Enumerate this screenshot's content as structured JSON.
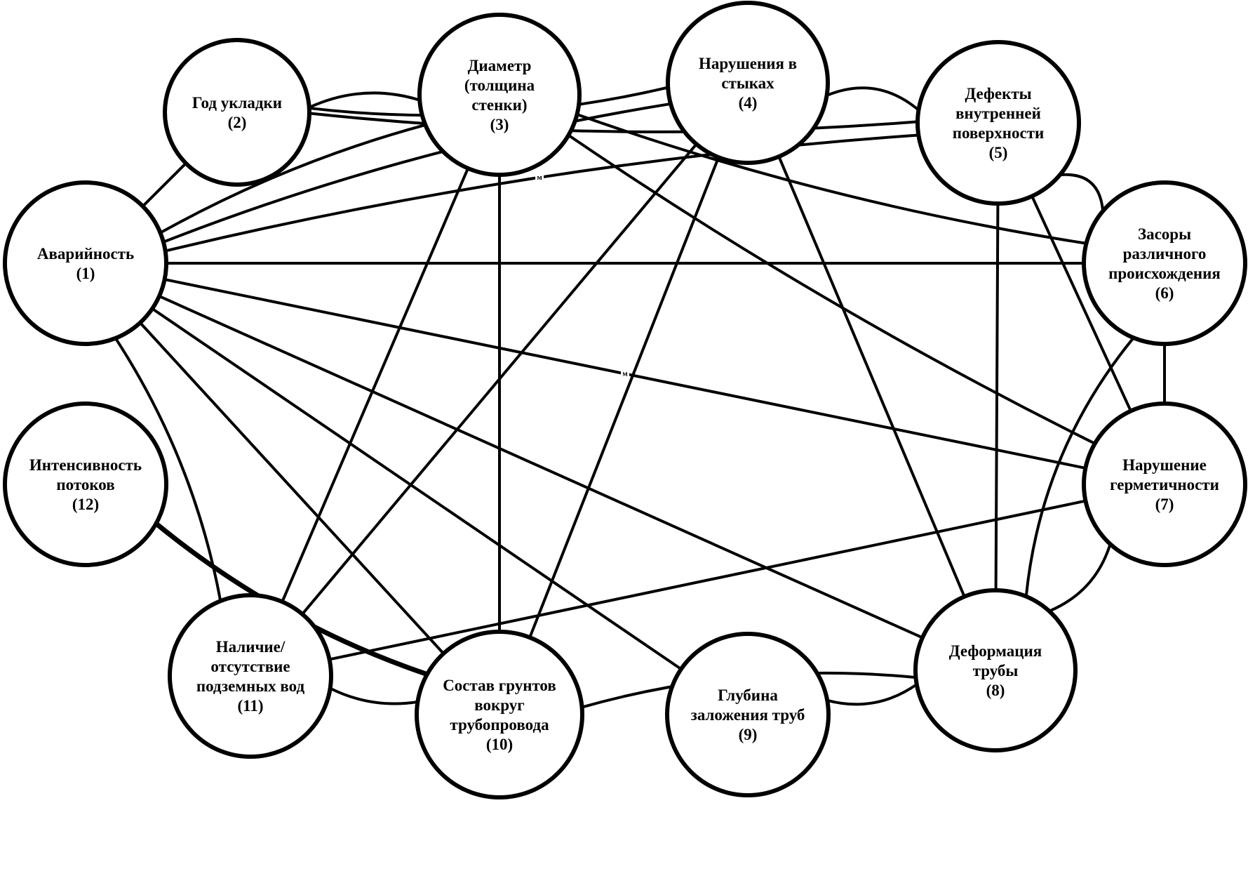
{
  "nodes": [
    {
      "id": 1,
      "lines": [
        "Аварийность",
        "(1)"
      ]
    },
    {
      "id": 2,
      "lines": [
        "Год укладки",
        "(2)"
      ]
    },
    {
      "id": 3,
      "lines": [
        "Диаметр",
        "(толщина",
        "стенки)",
        "(3)"
      ]
    },
    {
      "id": 4,
      "lines": [
        "Нарушения в",
        "стыках",
        "(4)"
      ]
    },
    {
      "id": 5,
      "lines": [
        "Дефекты",
        "внутренней",
        "поверхности",
        "(5)"
      ]
    },
    {
      "id": 6,
      "lines": [
        "Засоры",
        "различного",
        "происхождения",
        "(6)"
      ]
    },
    {
      "id": 7,
      "lines": [
        "Нарушение",
        "герметичности",
        "(7)"
      ]
    },
    {
      "id": 8,
      "lines": [
        "Деформация",
        "трубы",
        "(8)"
      ]
    },
    {
      "id": 9,
      "lines": [
        "Глубина",
        "заложения труб",
        "(9)"
      ]
    },
    {
      "id": 10,
      "lines": [
        "Состав грунтов",
        "вокруг",
        "трубопровода",
        "(10)"
      ]
    },
    {
      "id": 11,
      "lines": [
        "Наличие/",
        "отсутствие",
        "подземных вод",
        "(11)"
      ]
    },
    {
      "id": 12,
      "lines": [
        "Интенсивность",
        "потоков",
        "(12)"
      ]
    }
  ],
  "edges": [
    {
      "from": 1,
      "to": 2
    },
    {
      "from": 1,
      "to": 3
    },
    {
      "from": 1,
      "to": 4
    },
    {
      "from": 1,
      "to": 5,
      "label": "м"
    },
    {
      "from": 1,
      "to": 6
    },
    {
      "from": 1,
      "to": 7,
      "label": "м"
    },
    {
      "from": 1,
      "to": 8
    },
    {
      "from": 1,
      "to": 9
    },
    {
      "from": 1,
      "to": 10
    },
    {
      "from": 1,
      "to": 11
    },
    {
      "from": 2,
      "to": 3
    },
    {
      "from": 2,
      "to": 4
    },
    {
      "from": 2,
      "to": 5
    },
    {
      "from": 3,
      "to": 6
    },
    {
      "from": 3,
      "to": 7
    },
    {
      "from": 3,
      "to": 10
    },
    {
      "from": 3,
      "to": 11
    },
    {
      "from": 4,
      "to": 5
    },
    {
      "from": 4,
      "to": 8
    },
    {
      "from": 4,
      "to": 10
    },
    {
      "from": 4,
      "to": 11
    },
    {
      "from": 5,
      "to": 6
    },
    {
      "from": 5,
      "to": 7
    },
    {
      "from": 5,
      "to": 8
    },
    {
      "from": 6,
      "to": 7
    },
    {
      "from": 6,
      "to": 8
    },
    {
      "from": 7,
      "to": 8
    },
    {
      "from": 7,
      "to": 11
    },
    {
      "from": 8,
      "to": 9
    },
    {
      "from": 8,
      "to": 10
    },
    {
      "from": 10,
      "to": 11
    },
    {
      "from": 10,
      "to": 12,
      "bold": true
    }
  ]
}
